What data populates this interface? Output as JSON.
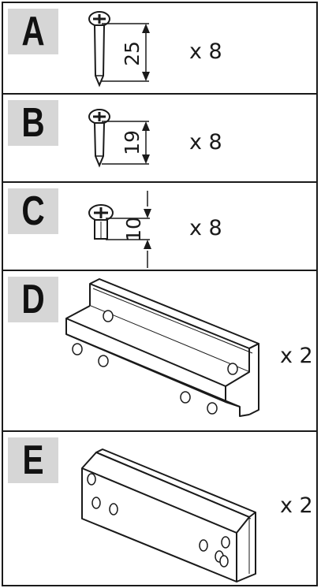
{
  "parts": [
    {
      "letter": "A",
      "dimension": "25",
      "quantity": "x 8"
    },
    {
      "letter": "B",
      "dimension": "19",
      "quantity": "x 8"
    },
    {
      "letter": "C",
      "dimension": "10",
      "quantity": "x 8"
    },
    {
      "letter": "D",
      "quantity": "x 2"
    },
    {
      "letter": "E",
      "quantity": "x 2"
    }
  ],
  "colors": {
    "badge": "#d6d6d6",
    "ink": "#1a1a1a"
  }
}
